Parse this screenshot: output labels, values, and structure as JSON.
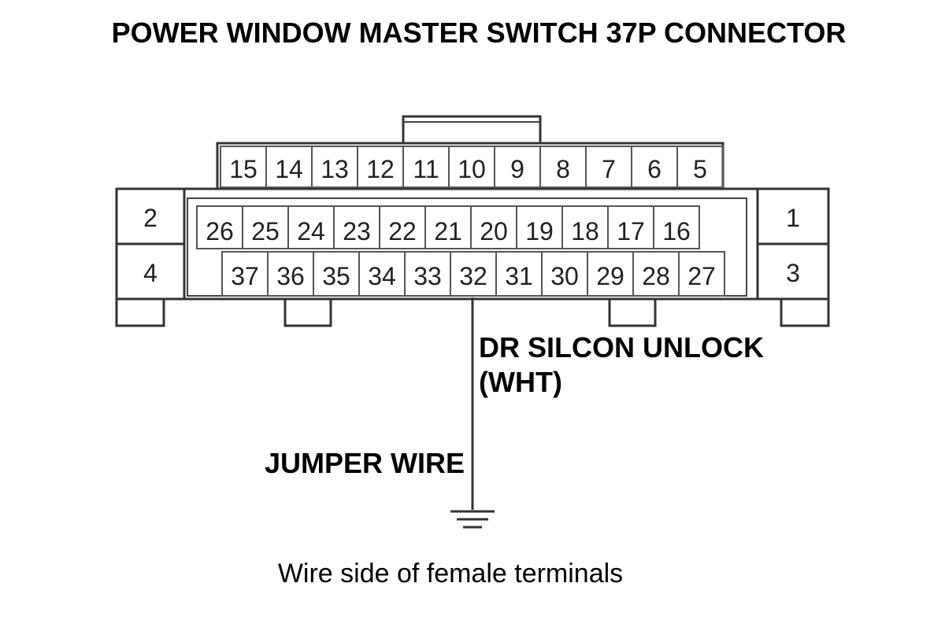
{
  "title": "POWER WINDOW MASTER SWITCH 37P CONNECTOR",
  "connector": {
    "top_row": [
      "15",
      "14",
      "13",
      "12",
      "11",
      "10",
      "9",
      "8",
      "7",
      "6",
      "5"
    ],
    "middle_row": [
      "26",
      "25",
      "24",
      "23",
      "22",
      "21",
      "20",
      "19",
      "18",
      "17",
      "16"
    ],
    "bottom_row": [
      "37",
      "36",
      "35",
      "34",
      "33",
      "32",
      "31",
      "30",
      "29",
      "28",
      "27"
    ],
    "left_top": "2",
    "left_bottom": "4",
    "right_top": "1",
    "right_bottom": "3"
  },
  "wire_label_line1": "DR SILCON UNLOCK",
  "wire_label_line2": "(WHT)",
  "jumper_label": "JUMPER WIRE",
  "caption": "Wire side of female terminals"
}
